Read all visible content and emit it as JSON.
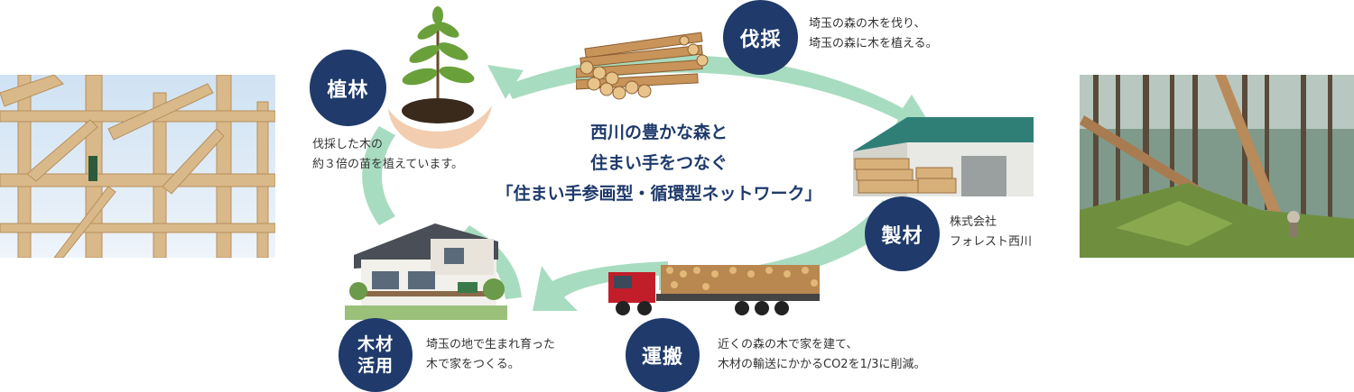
{
  "steps": {
    "plant": {
      "label": "植林",
      "desc": "伐採した木の\n約３倍の苗を植えています。"
    },
    "harvest": {
      "label": "伐採",
      "desc": "埼玉の森の木を伐り、\n埼玉の森に木を植える。"
    },
    "sawmill": {
      "label": "製材",
      "desc": "株式会社\nフォレスト西川"
    },
    "transport": {
      "label": "運搬",
      "desc": "近くの森の木で家を建て、\n 木材の輸送にかかるCO2を1/3に削減。"
    },
    "use": {
      "label_line1": "木材",
      "label_line2": "活用",
      "desc": "埼玉の地で生まれ育った\n木で家をつくる。"
    }
  },
  "center": {
    "line1": "西川の豊かな森と",
    "line2": "住まい手をつなぐ",
    "line3": "「住まい手参画型・循環型ネットワーク」"
  },
  "colors": {
    "badge": "#1f3a6b",
    "arrow": "#a8dcc0",
    "title": "#1f3a6b"
  }
}
